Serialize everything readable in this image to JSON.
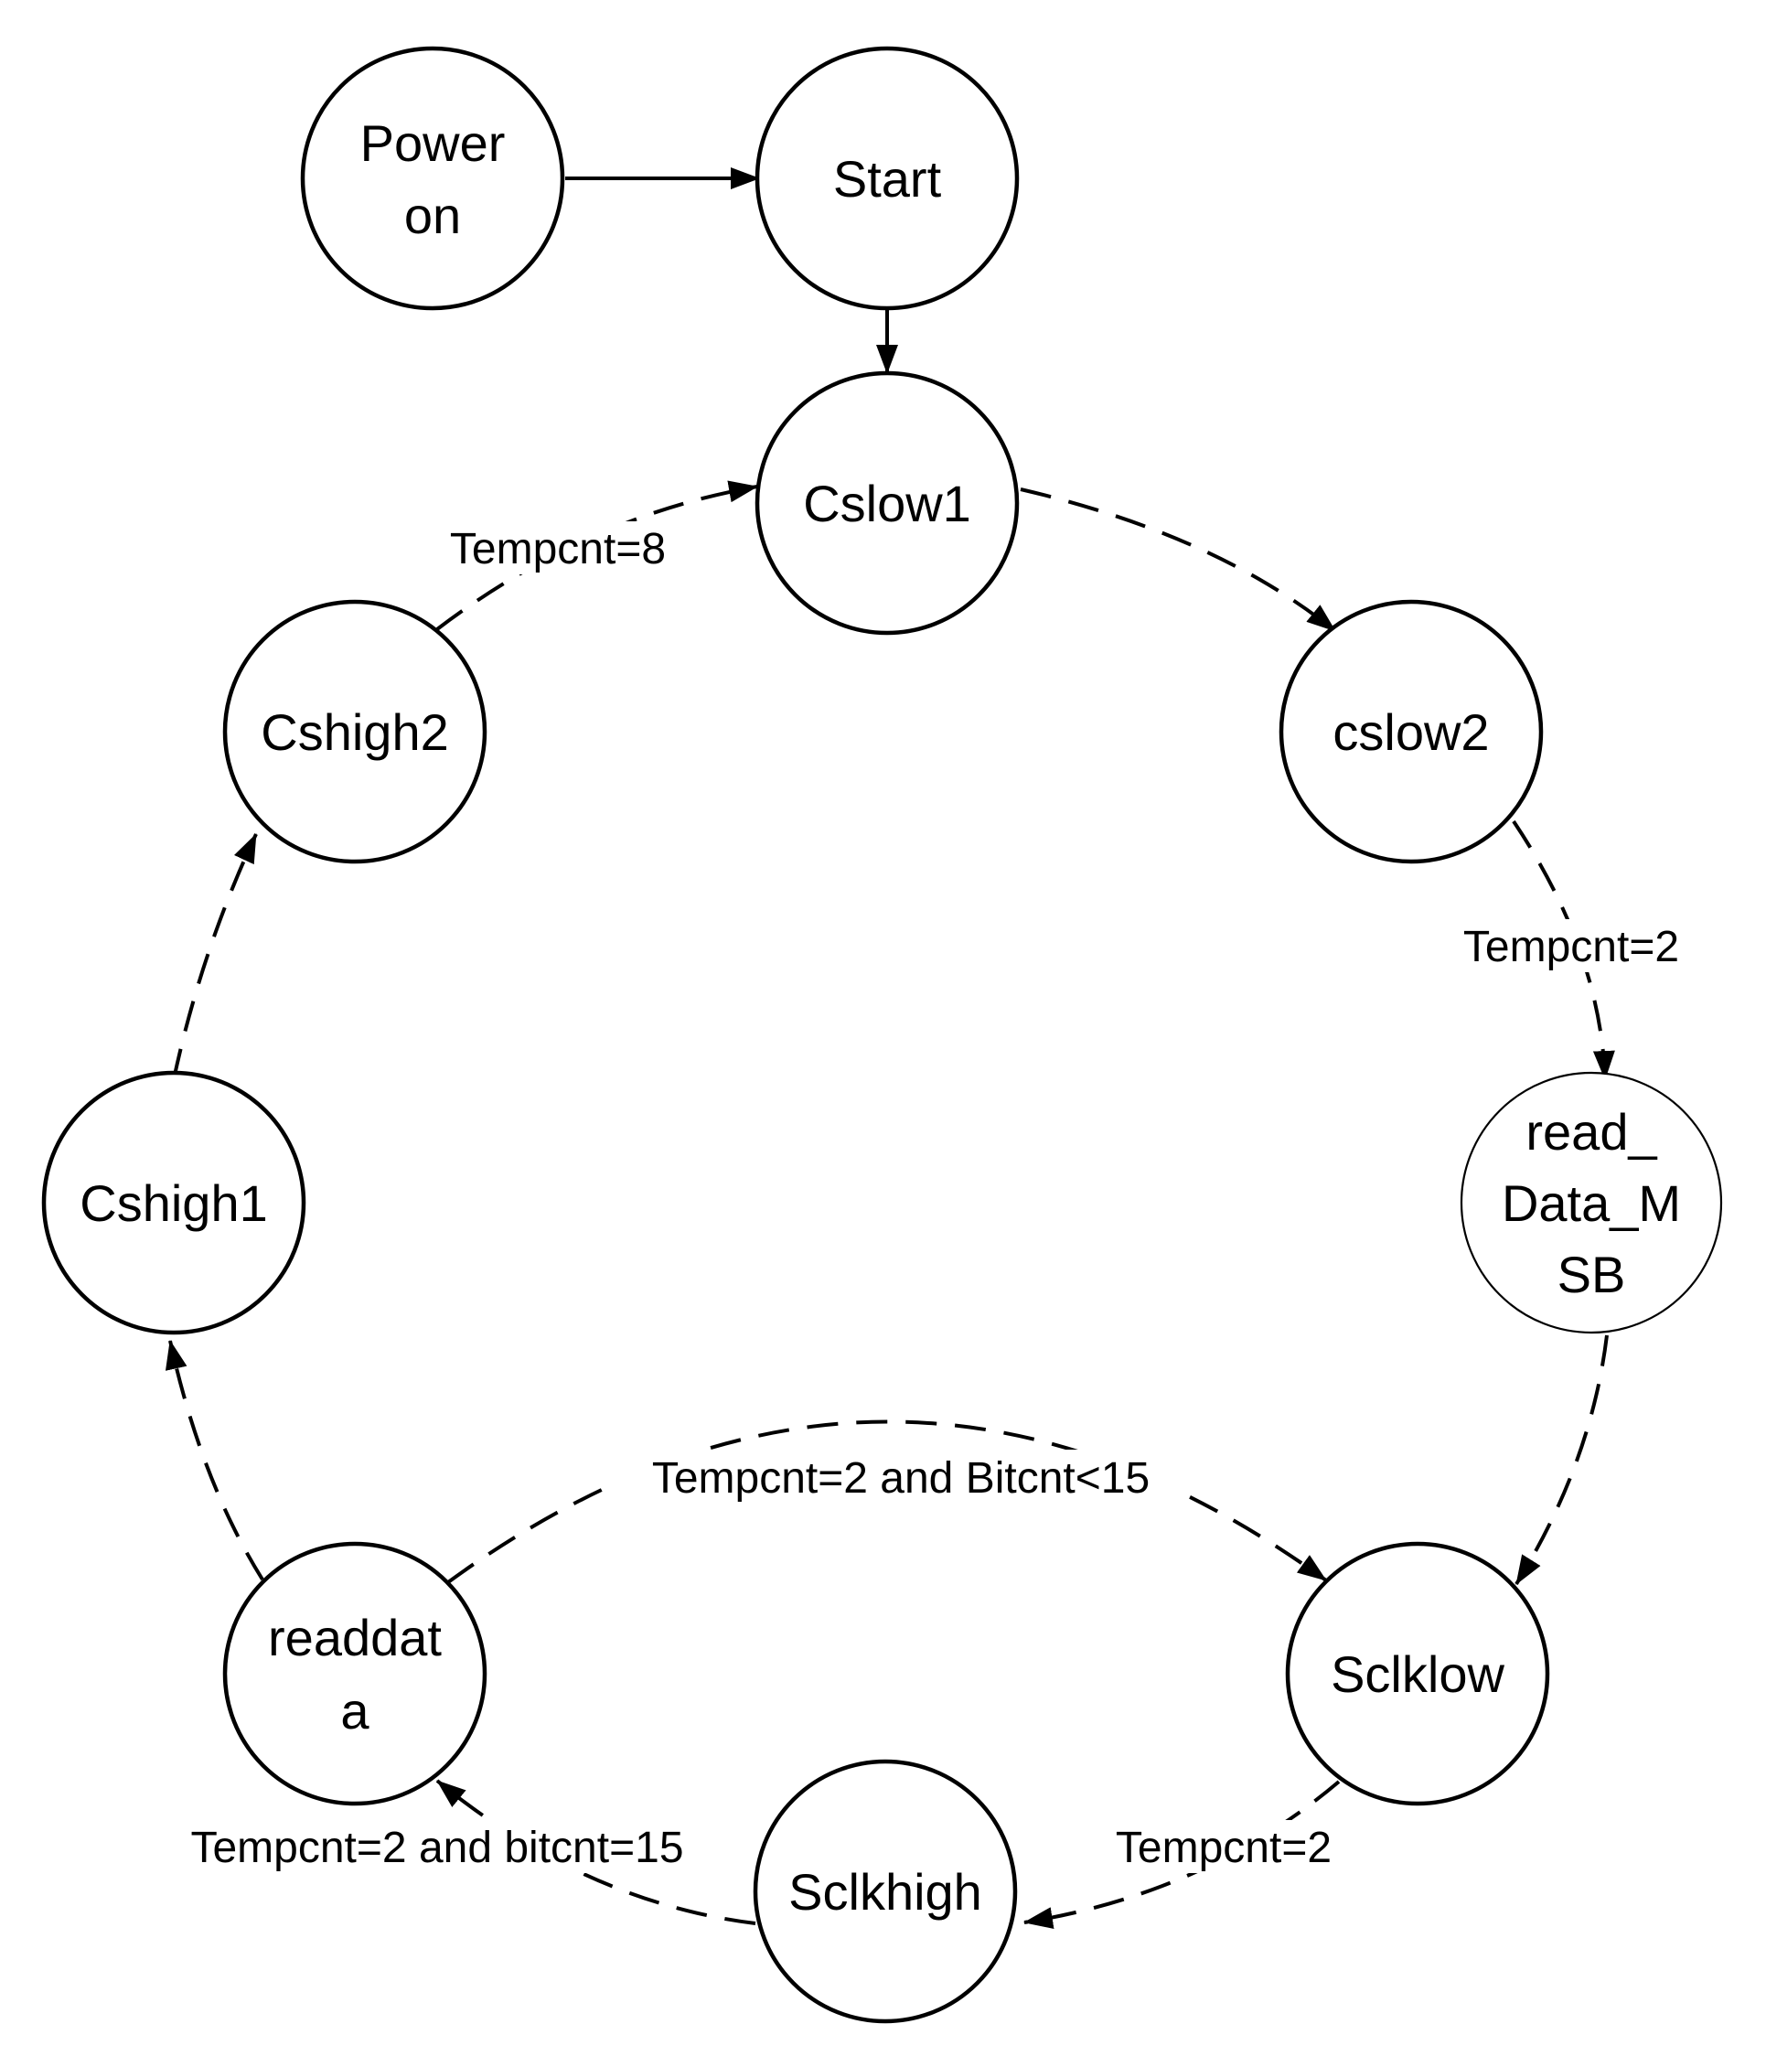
{
  "states": {
    "power_on": [
      "Power",
      "on"
    ],
    "start": [
      "Start"
    ],
    "cslow1": [
      "Cslow1"
    ],
    "cslow2": [
      "cslow2"
    ],
    "read_data_msb": [
      "read_",
      "Data_M",
      "SB"
    ],
    "sclklow": [
      "Sclklow"
    ],
    "sclkhigh": [
      "Sclkhigh"
    ],
    "readdata": [
      "readdat",
      "a"
    ],
    "cshigh1": [
      "Cshigh1"
    ],
    "cshigh2": [
      "Cshigh2"
    ]
  },
  "transitions": {
    "cslow2_to_read": "Tempcnt=2",
    "readdata_to_sclklow": "Tempcnt=2 and Bitcnt<15",
    "sclklow_to_sclkhigh": "Tempcnt=2",
    "sclkhigh_to_readdata": "Tempcnt=2 and bitcnt=15",
    "cshigh2_to_cslow1": "Tempcnt=8"
  }
}
